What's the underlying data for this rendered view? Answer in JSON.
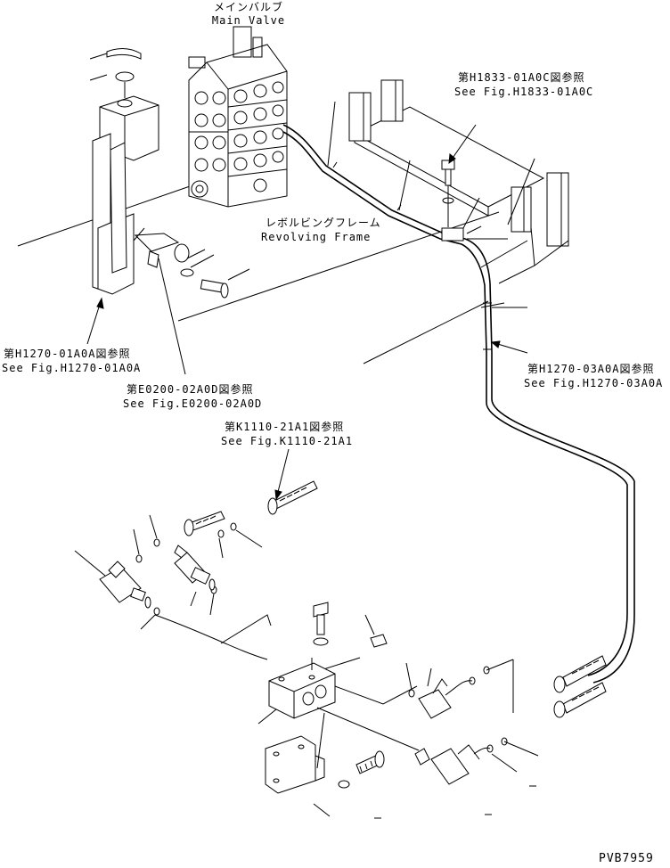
{
  "labels": {
    "main_valve_jp": "メインバルブ",
    "main_valve_en": "Main Valve",
    "revolving_frame_jp": "レボルビングフレーム",
    "revolving_frame_en": "Revolving Frame",
    "ref_h1833_jp": "第H1833-01A0C図参照",
    "ref_h1833_en": "See Fig.H1833-01A0C",
    "ref_h1270_01_jp": "第H1270-01A0A図参照",
    "ref_h1270_01_en": "See Fig.H1270-01A0A",
    "ref_e0200_jp": "第E0200-02A0D図参照",
    "ref_e0200_en": "See Fig.E0200-02A0D",
    "ref_k1110_jp": "第K1110-21A1図参照",
    "ref_k1110_en": "See Fig.K1110-21A1",
    "ref_h1270_03_jp": "第H1270-03A0A図参照",
    "ref_h1270_03_en": "See Fig.H1270-03A0A",
    "drawing_code": "PVB7959"
  }
}
